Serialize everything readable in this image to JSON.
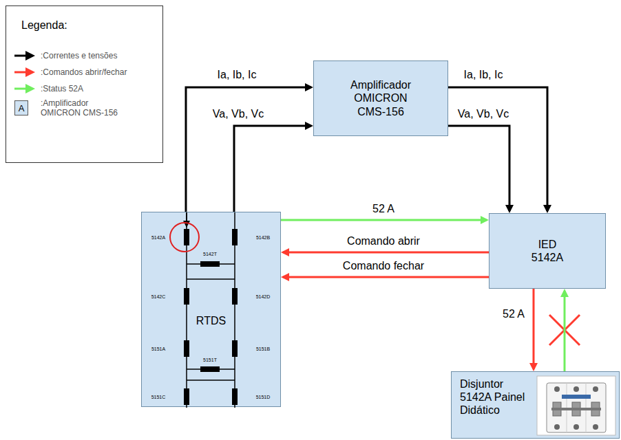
{
  "diagram": {
    "nodes": [
      {
        "text": [
          "Legenda:"
        ]
      },
      {
        "text": [
          "Amplificador OMICRON CMS-156"
        ]
      },
      {
        "text": [
          "RTDS"
        ]
      },
      {
        "text": [
          "IED 5142A"
        ]
      },
      {
        "text": [
          "Disjuntor 5142A Painel Didático"
        ]
      }
    ],
    "edges": [
      {
        "from": 2,
        "to": 1,
        "arrow": "to",
        "label": "Ia, Ib, Ic"
      },
      {
        "from": 2,
        "to": 1,
        "arrow": "to",
        "label": "Va, Vb, Vc"
      },
      {
        "from": 1,
        "to": 3,
        "arrow": "to",
        "label": "Ia, Ib, Ic"
      },
      {
        "from": 1,
        "to": 3,
        "arrow": "to",
        "label": "Va, Vb, Vc"
      },
      {
        "from": 2,
        "to": 3,
        "arrow": "to",
        "label": "52 A"
      },
      {
        "from": 3,
        "to": 2,
        "arrow": "to",
        "label": "Comando abrir"
      },
      {
        "from": 3,
        "to": 2,
        "arrow": "to",
        "label": "Comando fechar"
      },
      {
        "from": 3,
        "to": 4,
        "arrow": "to",
        "label": "52 A"
      },
      {
        "from": 4,
        "to": 3,
        "arrow": "to"
      }
    ],
    "labels": [
      "A",
      "5142A",
      "5142B",
      "5142T",
      "5142C",
      "5142D",
      "5151A",
      "5151B",
      "5151T",
      "5151C",
      "5151D"
    ],
    "legend": [
      {
        "text": ":Correntes e tensões"
      },
      {
        "text": ":Comandos abrir/fechar"
      },
      {
        "text": ":Status 52A"
      },
      {
        "text": ":Amplificador OMICRON CMS-156",
        "color": "#cfe2f3"
      }
    ]
  }
}
